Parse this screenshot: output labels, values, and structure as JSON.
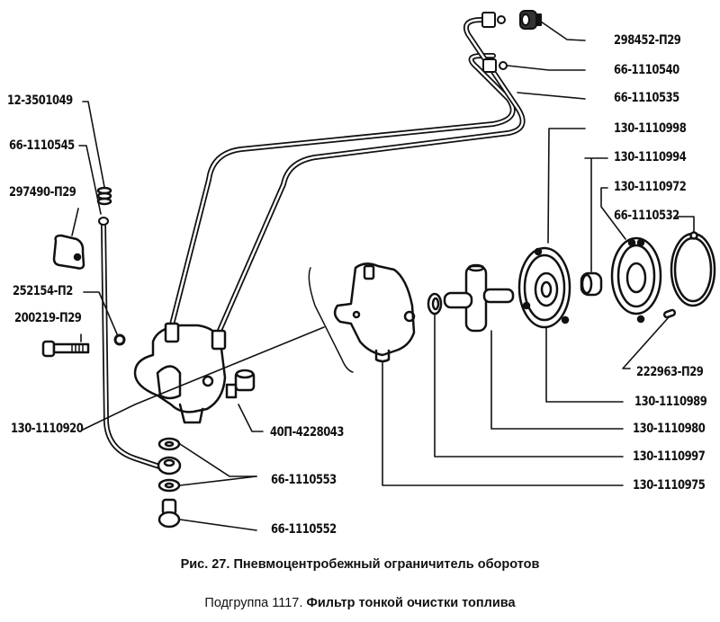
{
  "figure": {
    "caption": "Рис. 27. Пневмоцентробежный ограничитель оборотов",
    "subgroup_prefix": "Подгруппа 1117.",
    "subgroup_title": "Фильтр тонкой очистки топлива"
  },
  "labels": {
    "l_12_3501049": "12-3501049",
    "l_66_1110545": "66-1110545",
    "l_297490_p29": "297490-П29",
    "l_252154_p2": "252154-П2",
    "l_200219_p29": "200219-П29",
    "l_130_1110920": "130-1110920",
    "l_40p_4228043": "40П-4228043",
    "l_66_1110553": "66-1110553",
    "l_66_1110552": "66-1110552",
    "l_298452_p29": "298452-П29",
    "l_66_1110540": "66-1110540",
    "l_66_1110535": "66-1110535",
    "l_130_1110998": "130-1110998",
    "l_130_1110994": "130-1110994",
    "l_130_1110972": "130-1110972",
    "l_66_1110532": "66-1110532",
    "l_222963_p29": "222963-П29",
    "l_130_1110989": "130-1110989",
    "l_130_1110980": "130-1110980",
    "l_130_1110997": "130-1110997",
    "l_130_1110975": "130-1110975"
  }
}
